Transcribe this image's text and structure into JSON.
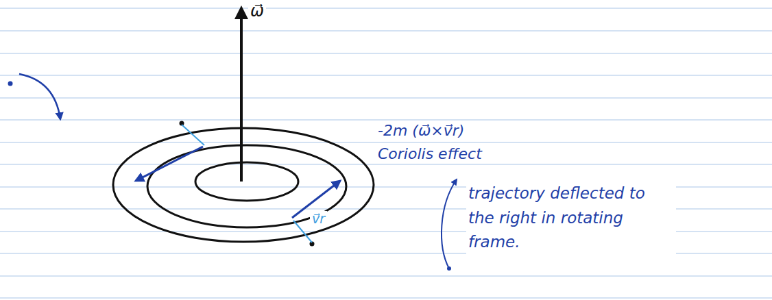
{
  "diagram": {
    "labels": [
      "ω⃗",
      "-2m (ω⃗×v⃗r)",
      "Coriolis effect",
      "trajectory deflected to the right in rotating frame.",
      "v⃗r"
    ]
  }
}
